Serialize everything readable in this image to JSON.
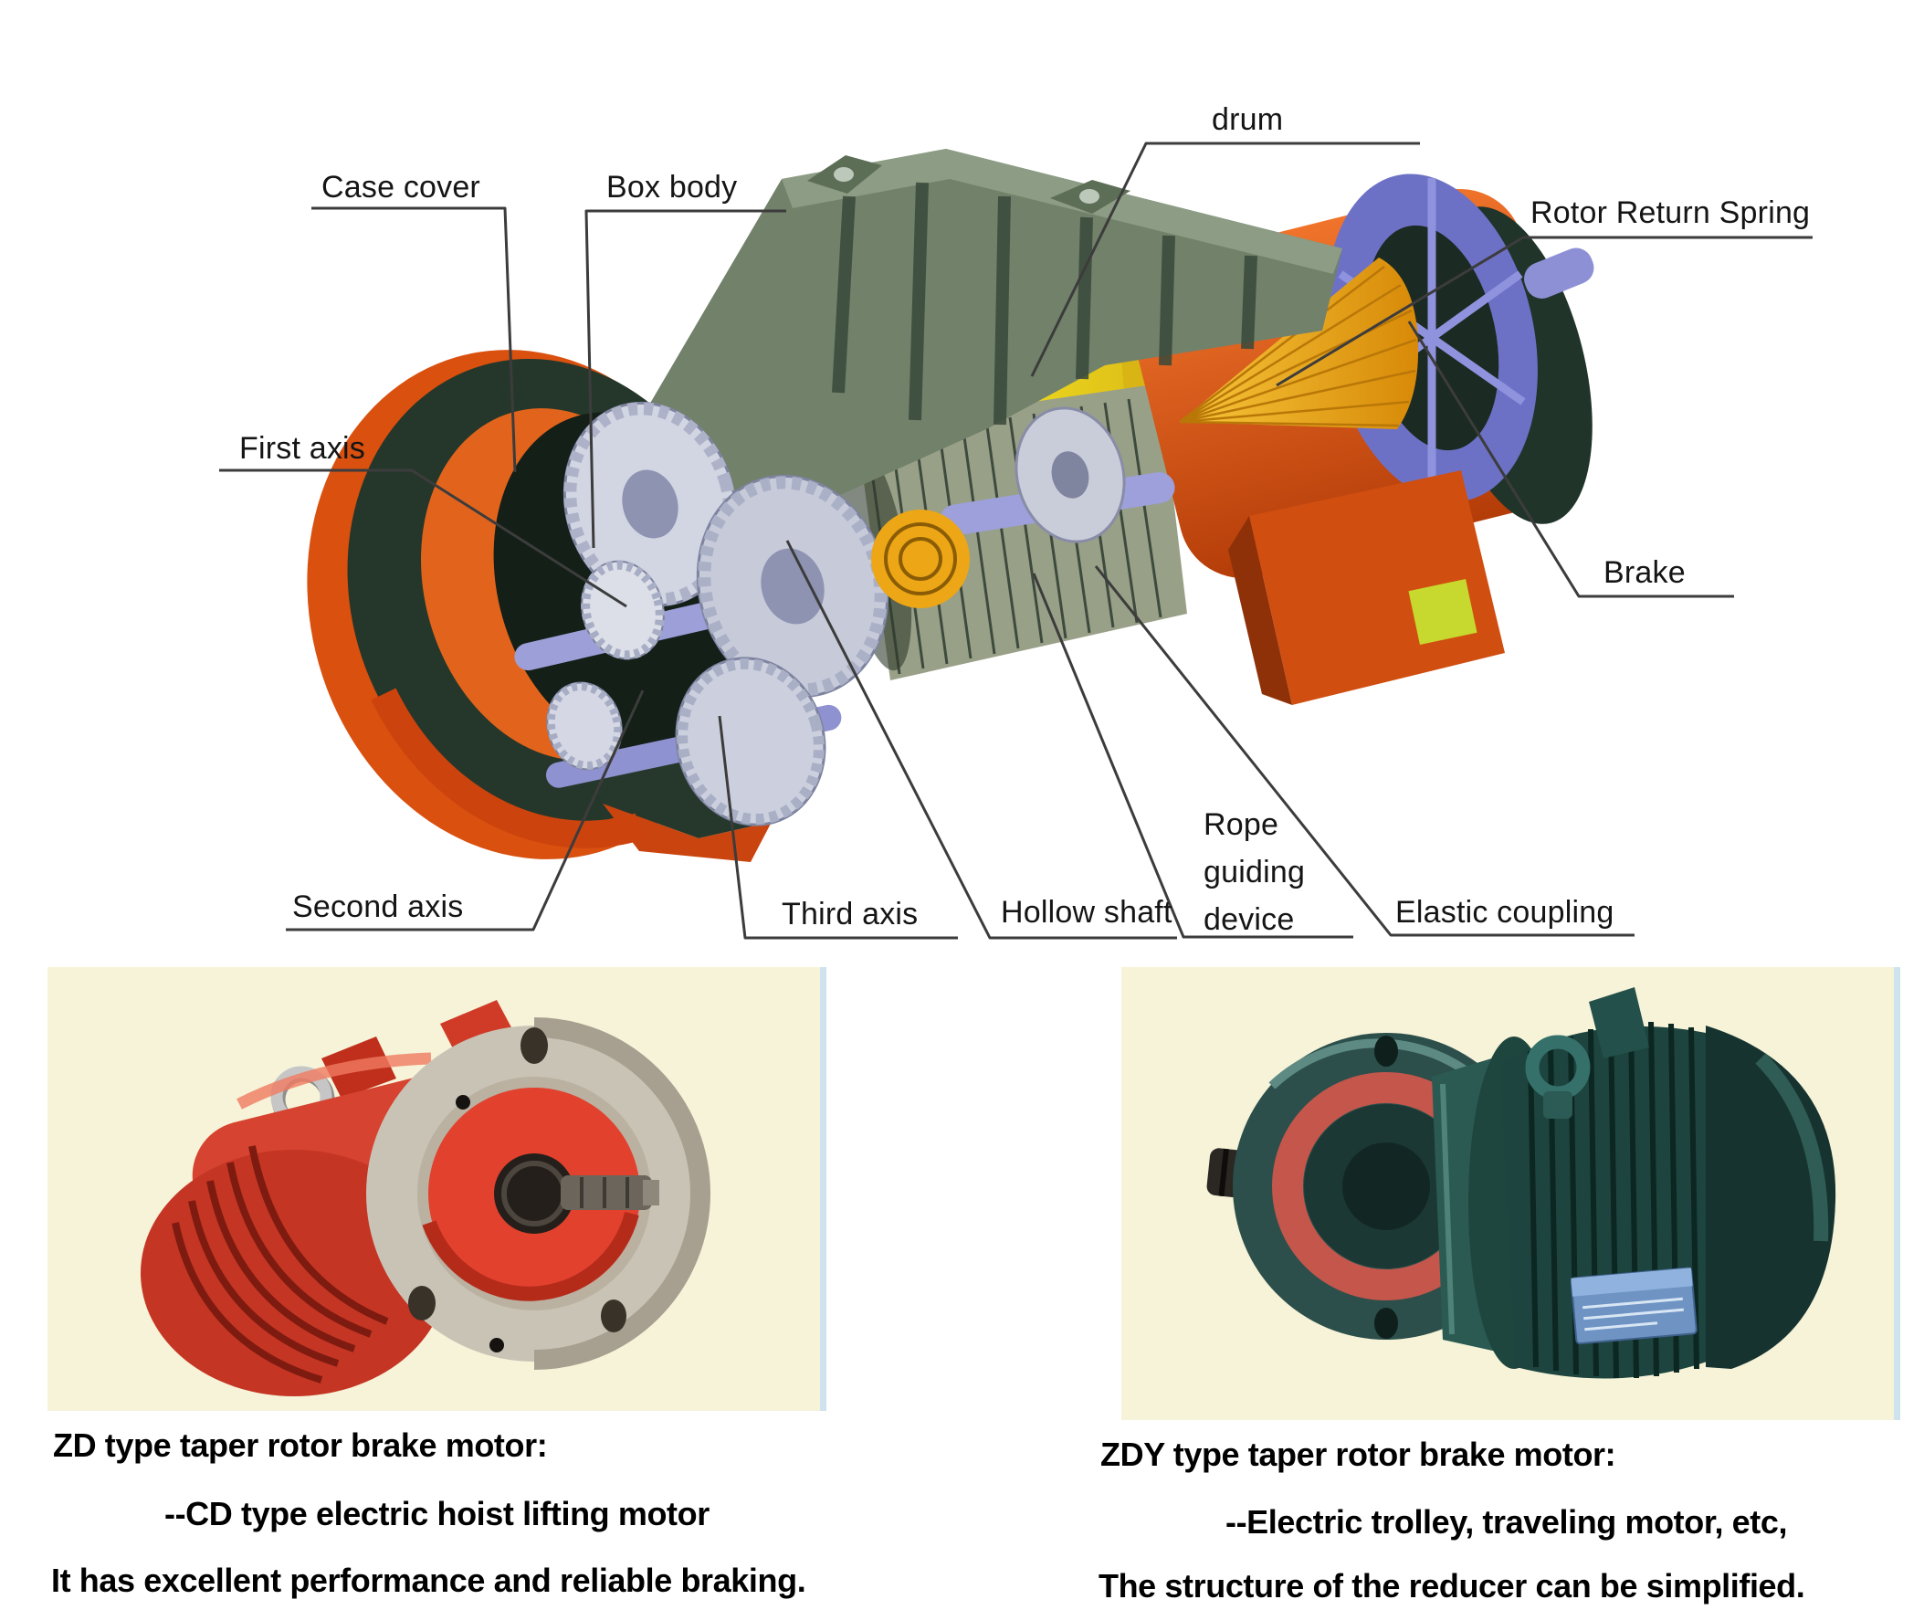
{
  "diagram": {
    "labels": {
      "case_cover": "Case cover",
      "box_body": "Box body",
      "drum": "drum",
      "rotor_return_spring": "Rotor Return Spring",
      "brake": "Brake",
      "first_axis": "First axis",
      "second_axis": "Second axis",
      "third_axis": "Third axis",
      "hollow_shaft": "Hollow shaft",
      "rope_guiding_device": [
        "Rope",
        "guiding",
        "device"
      ],
      "elastic_coupling": "Elastic coupling"
    }
  },
  "products": [
    {
      "id": "zd-motor",
      "caption_line1": "ZD type taper rotor brake motor:",
      "caption_line2": "--CD type electric hoist lifting motor",
      "caption_line3": "It has excellent performance and reliable braking."
    },
    {
      "id": "zdy-motor",
      "caption_line1": "ZDY type taper rotor brake motor:",
      "caption_line2": "--Electric trolley, traveling motor, etc,",
      "caption_line3": "The structure of the reducer can be simplified."
    }
  ],
  "colors": {
    "page-bg": "#ffffff",
    "photo-bg": "#f6f3d8",
    "photo-edge": "#cfe3ef",
    "label-ink": "#151515",
    "caption-ink": "#000000",
    "leader-line": "#3c3c3c",
    "machine-orange": "#d9500f",
    "machine-dark-green": "#25372a",
    "machine-yellow": "#f2e41c",
    "machine-gold": "#eca616",
    "machine-purple": "#6d71c6",
    "machine-silver": "#d2d5e2",
    "bracket-green": "#72816a",
    "red-motor": "#d03b27",
    "teal-motor": "#1d443e"
  }
}
